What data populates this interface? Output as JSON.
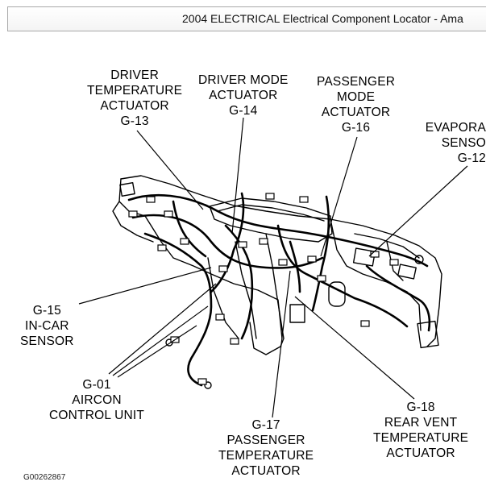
{
  "window": {
    "title": "2004 ELECTRICAL Electrical Component Locator - Ama"
  },
  "diagram": {
    "figure_code": "G00262867",
    "labels": [
      {
        "id": "driver-temp",
        "lines": [
          "DRIVER",
          "TEMPERATURE",
          "ACTUATOR",
          "G-13"
        ]
      },
      {
        "id": "driver-mode",
        "lines": [
          "DRIVER MODE",
          "ACTUATOR",
          "G-14"
        ]
      },
      {
        "id": "passenger-mode",
        "lines": [
          "PASSENGER",
          "MODE",
          "ACTUATOR",
          "G-16"
        ]
      },
      {
        "id": "evaporator",
        "lines": [
          "EVAPORA",
          "SENSO",
          "G-12"
        ]
      },
      {
        "id": "in-car",
        "lines": [
          "G-15",
          "IN-CAR",
          "SENSOR"
        ]
      },
      {
        "id": "aircon",
        "lines": [
          "G-01",
          "AIRCON",
          "CONTROL UNIT"
        ]
      },
      {
        "id": "passenger-temp",
        "lines": [
          "G-17",
          "PASSENGER",
          "TEMPERATURE",
          "ACTUATOR"
        ]
      },
      {
        "id": "rear-vent",
        "lines": [
          "G-18",
          "REAR VENT",
          "TEMPERATURE",
          "ACTUATOR"
        ]
      }
    ]
  }
}
